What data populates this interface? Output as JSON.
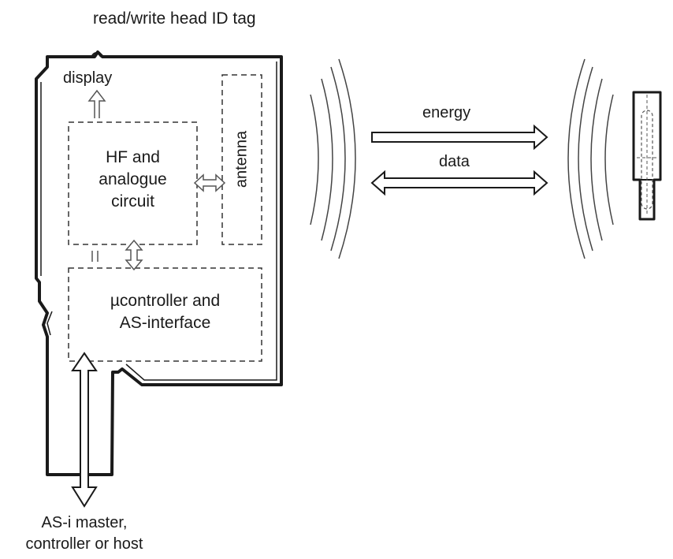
{
  "labels": {
    "title": "read/write head ID tag",
    "display": "display",
    "antenna": "antenna",
    "hf_line1": "HF and",
    "hf_line2": "analogue",
    "hf_line3": "circuit",
    "uc_line1": "µcontroller and",
    "uc_line2": "AS-interface",
    "energy": "energy",
    "data": "data",
    "master_line1": "AS-i master,",
    "master_line2": "controller or host"
  }
}
